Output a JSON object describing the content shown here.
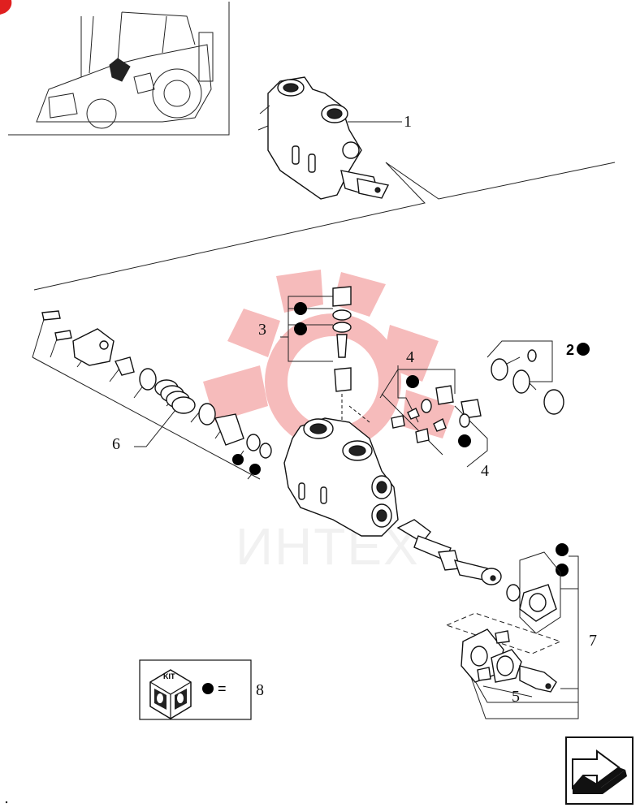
{
  "watermark": {
    "text": "ИНТЕХ",
    "color": "#e84040"
  },
  "callouts": {
    "c1": "1",
    "c2": "2",
    "c3": "3",
    "c4a": "4",
    "c4b": "4",
    "c5": "5",
    "c6": "6",
    "c7": "7",
    "c8": "8"
  },
  "kit_legend": {
    "label": "KIT",
    "equals": "="
  },
  "icons": {
    "thumbnail": "tractor-location-thumbnail",
    "next": "next-page-arrow-icon",
    "kit": "kit-box-icon",
    "kit_marker": "kit-dot-icon"
  }
}
